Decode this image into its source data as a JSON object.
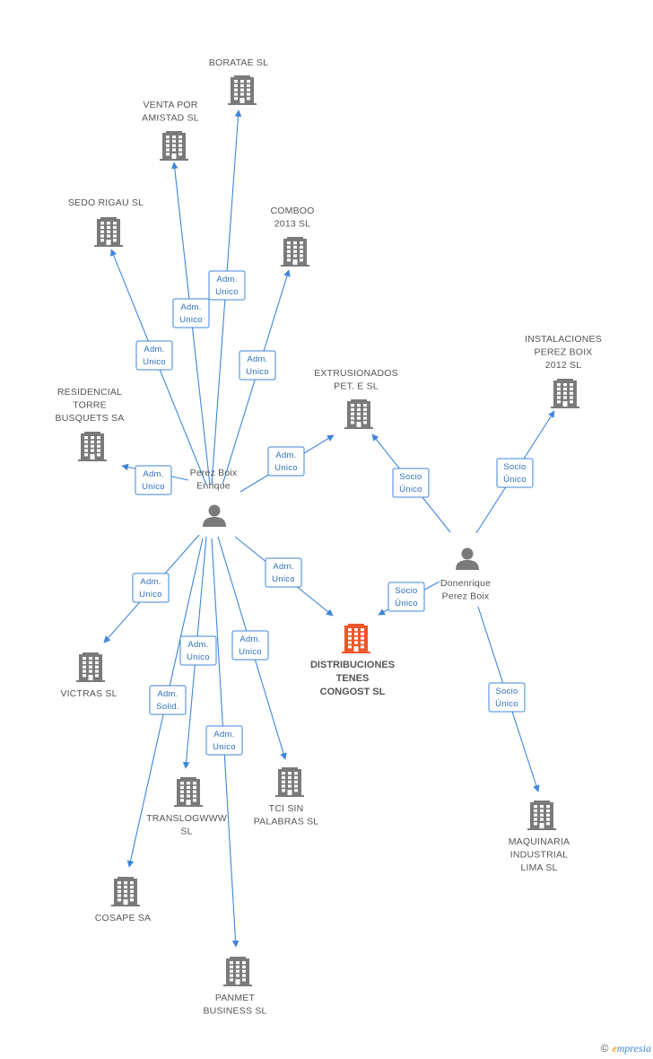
{
  "colors": {
    "edge": "#3f86d8",
    "company": "#7a7a7a",
    "focus_company": "#f0562a",
    "person": "#7a7a7a"
  },
  "nodes": [
    {
      "id": "boratae",
      "type": "company",
      "lines": [
        "BORATAE SL"
      ]
    },
    {
      "id": "venta",
      "type": "company",
      "lines": [
        "VENTA POR",
        "AMISTAD SL"
      ]
    },
    {
      "id": "sedo",
      "type": "company",
      "lines": [
        "SEDO RIGAU SL"
      ]
    },
    {
      "id": "comboo",
      "type": "company",
      "lines": [
        "COMBOO",
        "2013  SL"
      ]
    },
    {
      "id": "instalaciones",
      "type": "company",
      "lines": [
        "INSTALACIONES",
        "PEREZ BOIX",
        "2012 SL"
      ]
    },
    {
      "id": "extrusionados",
      "type": "company",
      "lines": [
        "EXTRUSIONADOS",
        "PET. E SL"
      ]
    },
    {
      "id": "residencial",
      "type": "company",
      "lines": [
        "RESIDENCIAL",
        "TORRE",
        "BUSQUETS SA"
      ]
    },
    {
      "id": "perez",
      "type": "person",
      "lines": [
        "Perez Boix",
        "Enrique"
      ]
    },
    {
      "id": "donenrique",
      "type": "person",
      "lines": [
        "Donenrique",
        "Perez Boix"
      ]
    },
    {
      "id": "distribuciones",
      "type": "focus",
      "lines": [
        "DISTRIBUCIONES",
        "TENES",
        "CONGOST SL"
      ]
    },
    {
      "id": "victras",
      "type": "company",
      "lines": [
        "VICTRAS  SL"
      ]
    },
    {
      "id": "translogwww",
      "type": "company",
      "lines": [
        "TRANSLOGWWW",
        "SL"
      ]
    },
    {
      "id": "tci",
      "type": "company",
      "lines": [
        "TCI SIN",
        "PALABRAS SL"
      ]
    },
    {
      "id": "cosape",
      "type": "company",
      "lines": [
        "COSAPE SA"
      ]
    },
    {
      "id": "panmet",
      "type": "company",
      "lines": [
        "PANMET",
        "BUSINESS SL"
      ]
    },
    {
      "id": "maquinaria",
      "type": "company",
      "lines": [
        "MAQUINARIA",
        "INDUSTRIAL",
        "LIMA SL"
      ]
    }
  ],
  "edges": [
    {
      "from": "perez",
      "to": "boratae",
      "label": [
        "Adm.",
        "Unico"
      ]
    },
    {
      "from": "perez",
      "to": "venta",
      "label": [
        "Adm.",
        "Unico"
      ]
    },
    {
      "from": "perez",
      "to": "sedo",
      "label": [
        "Adm.",
        "Unico"
      ]
    },
    {
      "from": "perez",
      "to": "comboo",
      "label": [
        "Adm.",
        "Unico"
      ]
    },
    {
      "from": "perez",
      "to": "residencial",
      "label": [
        "Adm.",
        "Unico"
      ]
    },
    {
      "from": "perez",
      "to": "extrusionados",
      "label": [
        "Adm.",
        "Unico"
      ]
    },
    {
      "from": "perez",
      "to": "distribuciones",
      "label": [
        "Adm.",
        "Unico"
      ]
    },
    {
      "from": "perez",
      "to": "victras",
      "label": [
        "Adm.",
        "Unico"
      ]
    },
    {
      "from": "perez",
      "to": "translogwww",
      "label": [
        "Adm.",
        "Unico"
      ]
    },
    {
      "from": "perez",
      "to": "tci",
      "label": [
        "Adm.",
        "Unico"
      ]
    },
    {
      "from": "perez",
      "to": "panmet",
      "label": [
        "Adm.",
        "Unico"
      ]
    },
    {
      "from": "perez",
      "to": "cosape",
      "label": [
        "Adm.",
        "Solid."
      ]
    },
    {
      "from": "donenrique",
      "to": "extrusionados",
      "label": [
        "Socio",
        "Único"
      ]
    },
    {
      "from": "donenrique",
      "to": "instalaciones",
      "label": [
        "Socio",
        "Único"
      ]
    },
    {
      "from": "donenrique",
      "to": "distribuciones",
      "label": [
        "Socio",
        "Único"
      ]
    },
    {
      "from": "donenrique",
      "to": "maquinaria",
      "label": [
        "Socio",
        "Único"
      ]
    }
  ],
  "footer": {
    "copyright": "©",
    "brand_initial": "e",
    "brand_rest": "mpresia"
  }
}
